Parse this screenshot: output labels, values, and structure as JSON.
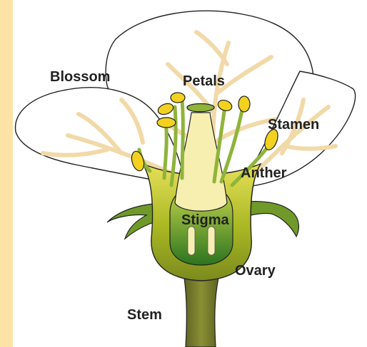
{
  "labels": {
    "blossom": "Blossom",
    "petals": "Petals",
    "stamen": "Stamen",
    "anther": "Anther",
    "stigma": "Stigma",
    "ovary": "Ovary",
    "stem": "Stem"
  },
  "colors": {
    "side_band": "#fde3a6",
    "petal_fill": "#ffffff",
    "petal_vein": "#f2d9a8",
    "outline": "#222222",
    "anther_fill": "#f2d21e",
    "filament": "#8fb43a",
    "receptacle": "#b7c426",
    "sepal": "#6f9a2a",
    "stem": "#73782b",
    "ovary_inner": "#2f7a22",
    "style_cream": "#f6efb0"
  }
}
